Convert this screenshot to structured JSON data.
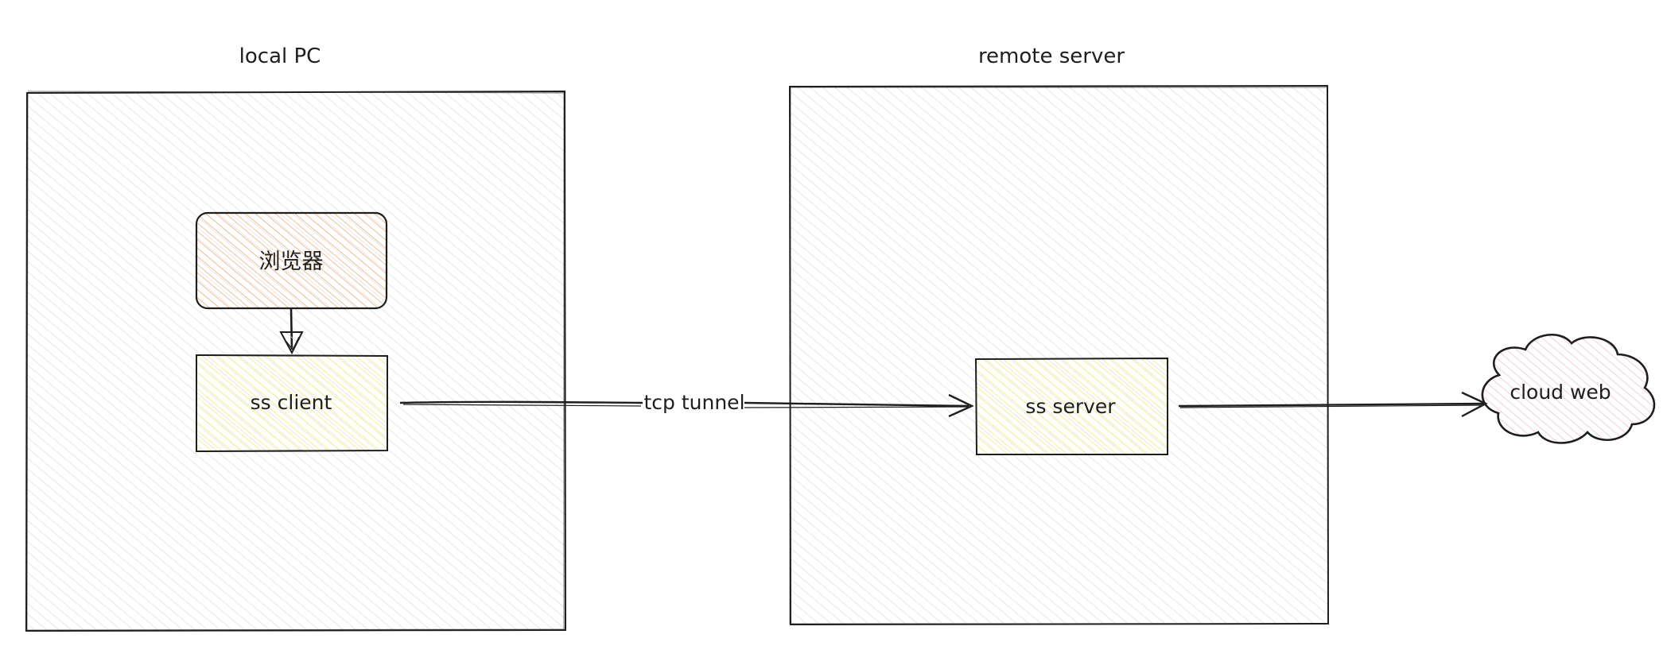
{
  "local_pc": {
    "title": "local PC",
    "browser_label": "浏览器",
    "client_label": "ss client"
  },
  "remote_server": {
    "title": "remote server",
    "server_label": "ss server"
  },
  "tunnel": {
    "label": "tcp tunnel"
  },
  "cloud": {
    "label": "cloud web"
  },
  "colors": {
    "stroke": "#1e1e1e",
    "container_hatch": "#d9d9d9",
    "browser_hatch": "#f2b880",
    "client_hatch": "#f0ec70",
    "server_hatch": "#f0ec70",
    "cloud_hatch": "#f4c3c8"
  }
}
